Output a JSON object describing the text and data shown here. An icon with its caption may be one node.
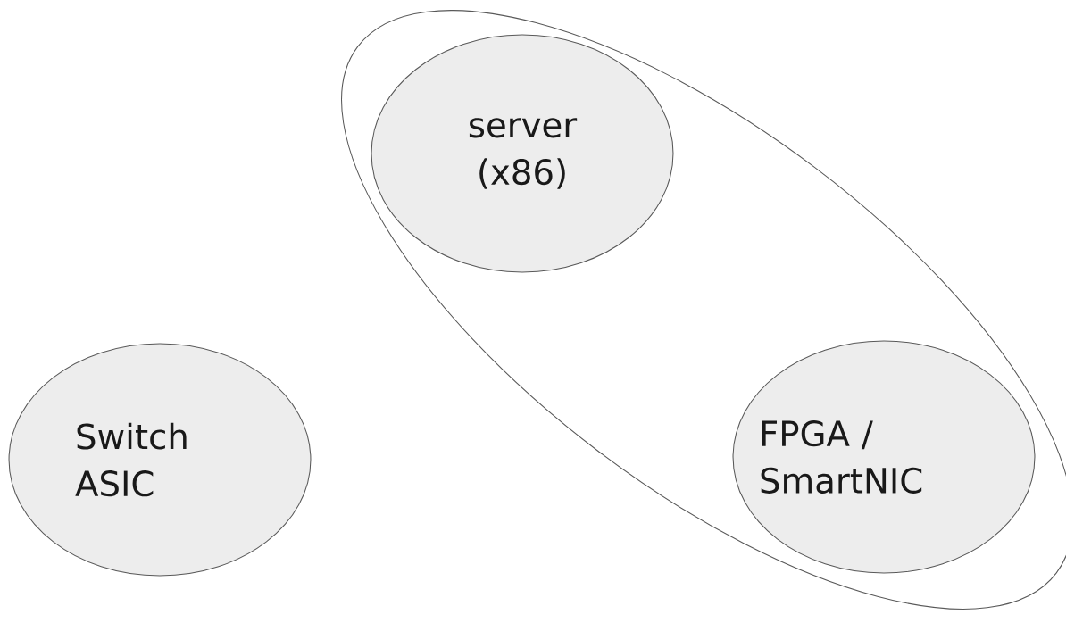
{
  "diagram": {
    "nodes": [
      {
        "text": [],
        "shape": "ellipse"
      },
      {
        "text": [
          "server (x86)"
        ],
        "in": 0
      },
      {
        "text": [
          "FPGA / SmartNIC"
        ],
        "in": 0
      },
      {
        "text": [
          "Switch ASIC"
        ]
      }
    ]
  }
}
